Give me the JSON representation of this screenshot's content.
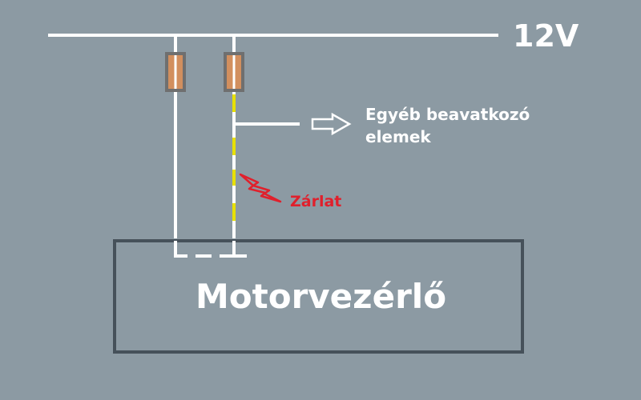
{
  "supply": {
    "voltage": "12V"
  },
  "other_actuators": {
    "line1": "Egyéb beavatkozó",
    "line2": "elemek"
  },
  "fault": {
    "label": "Zárlat",
    "color": "#e0202c"
  },
  "ecu": {
    "label": "Motorvezérlő"
  },
  "colors": {
    "background": "#8c9aa3",
    "wire": "#ffffff",
    "fuse_body": "#d28f5e",
    "fuse_frame": "#6f6f6f",
    "ecu_border": "#46515a",
    "fault_wire_dash": "#e8e000"
  }
}
